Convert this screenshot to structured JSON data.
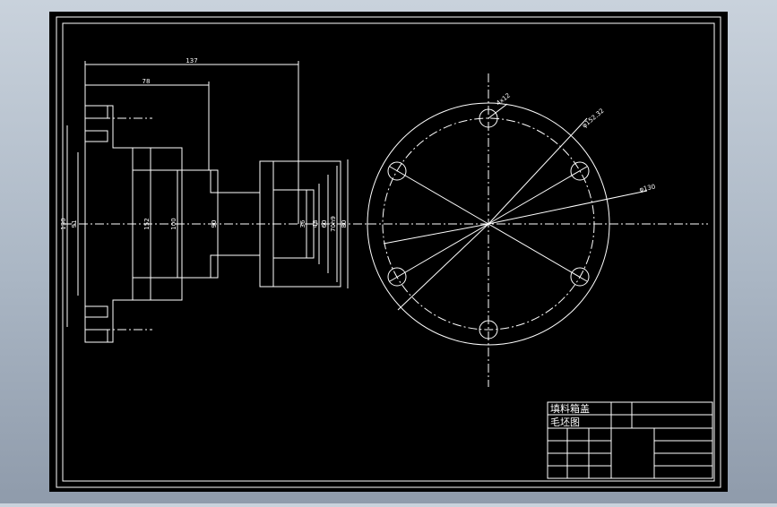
{
  "colors": {
    "outer_background": "#b4bfcc",
    "paper": "#000000",
    "line": "#ffffff"
  },
  "front_view": {
    "horizontal_dims": [
      "137",
      "78"
    ],
    "vertical_dims": [
      "130",
      "91",
      "152",
      "100",
      "90",
      "36",
      "48",
      "60",
      "70h9",
      "80"
    ]
  },
  "side_view": {
    "labels": [
      "4x12",
      "φ152.32",
      "φ130"
    ]
  },
  "title_block": {
    "part_name": "填料箱盖",
    "drawing_name": "毛坯图"
  }
}
